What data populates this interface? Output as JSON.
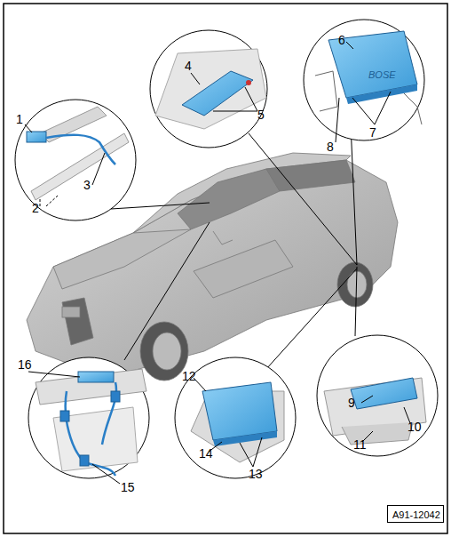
{
  "diagram": {
    "nodes": [
      {
        "text": [
          "A91-12042"
        ]
      }
    ],
    "labels": [
      "1",
      "2",
      "3",
      "4",
      "5",
      "6",
      "7",
      "8",
      "9",
      "10",
      "11",
      "12",
      "13",
      "14",
      "15",
      "16"
    ]
  }
}
